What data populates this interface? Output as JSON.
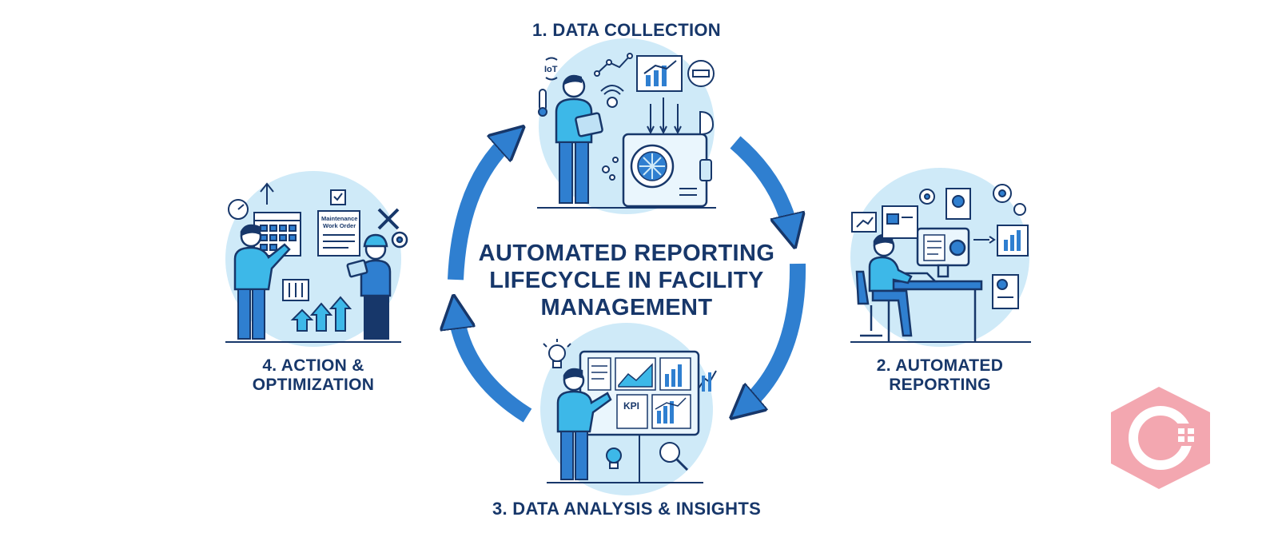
{
  "title": {
    "line1": "AUTOMATED REPORTING",
    "line2": "LIFECYCLE IN FACILITY",
    "line3": "MANAGEMENT"
  },
  "stages": {
    "s1": {
      "label": "1. DATA COLLECTION"
    },
    "s2": {
      "line1": "2. AUTOMATED",
      "line2": "REPORTING"
    },
    "s3": {
      "label": "3. DATA ANALYSIS & INSIGHTS"
    },
    "s4": {
      "line1": "4. ACTION &",
      "line2": "OPTIMIZATION"
    }
  },
  "annotations": {
    "iot": "IoT",
    "kpi": "KPI",
    "work_order_line1": "Maintenance",
    "work_order_line2": "Work Order"
  },
  "colors": {
    "navy": "#17376a",
    "arrow_blue": "#2f7fd0",
    "circle_bg": "#cfeaf8",
    "accent": "#3db8e8",
    "watermark": "#f08a96"
  }
}
